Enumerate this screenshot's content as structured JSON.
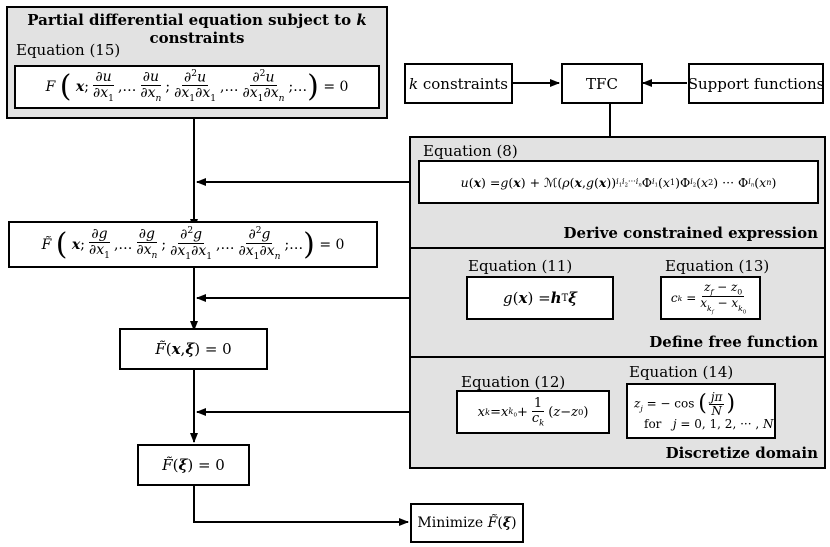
{
  "panels": {
    "pde": {
      "title": "Partial differential equation subject to",
      "title_k": "k",
      "title_tail": "constraints"
    },
    "derive": {
      "label": "Derive constrained expression"
    },
    "free": {
      "label": "Define free function"
    },
    "discretize": {
      "label": "Discretize domain"
    }
  },
  "captions": {
    "eq15": "Equation (15)",
    "eq8": "Equation (8)",
    "eq11": "Equation (11)",
    "eq13": "Equation (13)",
    "eq12": "Equation (12)",
    "eq14": "Equation (14)"
  },
  "boxes": {
    "k_constraints_k": "k",
    "k_constraints_text": " constraints",
    "tfc": "TFC",
    "support": "Support functions",
    "minimize": "Minimize"
  },
  "colors": {
    "panel": "#e2e2e2",
    "line": "#000000",
    "box": "#ffffff"
  }
}
